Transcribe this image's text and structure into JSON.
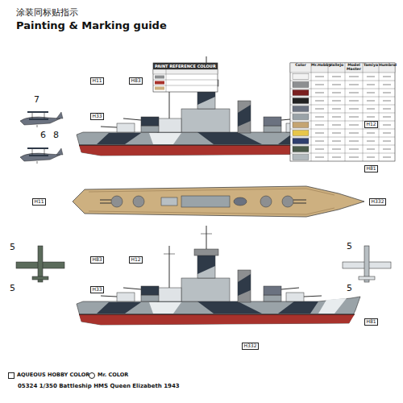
{
  "diagram": {
    "title": "涂装同标贴指示",
    "caption": "05324 1/350 Battleship HMS Queen Elizabeth 1943",
    "labels": [
      "Painting & Marking guide",
      "PAINT REFERENCE COLOUR",
      "Color",
      "Mr.Hobby",
      "Vallejo",
      "Model Master",
      "Tamiya",
      "Humbrol",
      "7",
      "6",
      "8",
      "5",
      "5",
      "5",
      "5",
      "H11",
      "H83",
      "H33",
      "H12",
      "H81",
      "H11",
      "H332",
      "H83",
      "H12",
      "H33",
      "H81",
      "H332"
    ],
    "legend": [
      {
        "text": "AQUEOUS HOBBY COLOR"
      },
      {
        "text": "Mr. COLOR"
      }
    ]
  }
}
